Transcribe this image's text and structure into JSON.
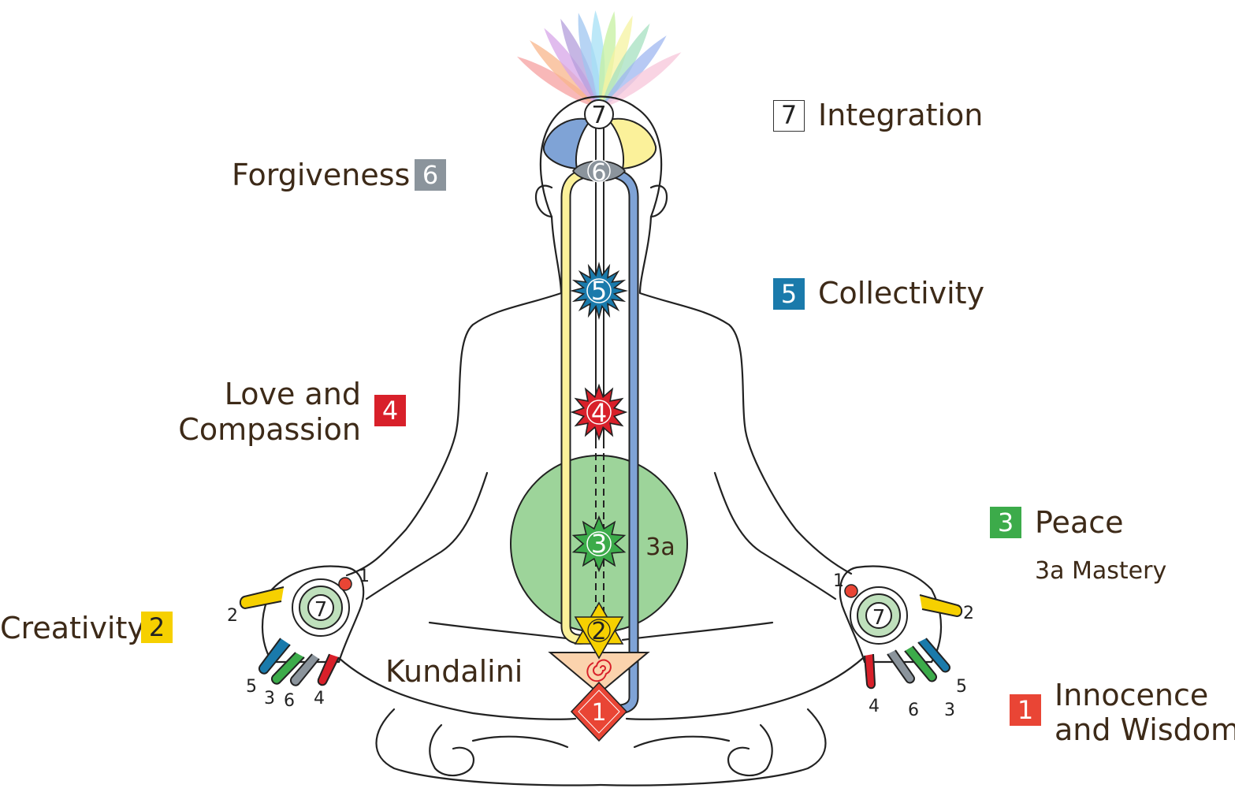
{
  "colors": {
    "c1": "#e94535",
    "c2": "#f6d000",
    "c3": "#3cab4a",
    "c4": "#d8202a",
    "c5": "#1a7aab",
    "c6": "#8b949c",
    "left_channel": "#fbf19a",
    "right_channel": "#7fa3d6",
    "green_circle": "#9dd49a",
    "outline": "#222222",
    "label_text": "#3d2a18"
  },
  "labels": {
    "integration": "Integration",
    "forgiveness": "Forgiveness",
    "collectivity": "Collectivity",
    "love_line1": "Love and",
    "love_line2": "Compassion",
    "peace": "Peace",
    "mastery": "3a Mastery",
    "creativity": "Creativity",
    "kundalini": "Kundalini",
    "innocence_line1": "Innocence",
    "innocence_line2": "and Wisdom"
  },
  "badges": {
    "b7": "7",
    "b6": "6",
    "b5": "5",
    "b4": "4",
    "b3": "3",
    "b2": "2",
    "b1": "1"
  },
  "chakras": {
    "c7": "7",
    "c6": "6",
    "c5": "5",
    "c4": "4",
    "c3": "3",
    "c3a": "3a",
    "c2": "2",
    "c1": "1"
  },
  "left_hand": {
    "palm": "7",
    "f1": "1",
    "f2": "2",
    "f5": "5",
    "f3": "3",
    "f6": "6",
    "f4": "4"
  },
  "right_hand": {
    "palm": "7",
    "f1": "1",
    "f2": "2",
    "f5": "5",
    "f3": "3",
    "f6": "6",
    "f4": "4"
  }
}
